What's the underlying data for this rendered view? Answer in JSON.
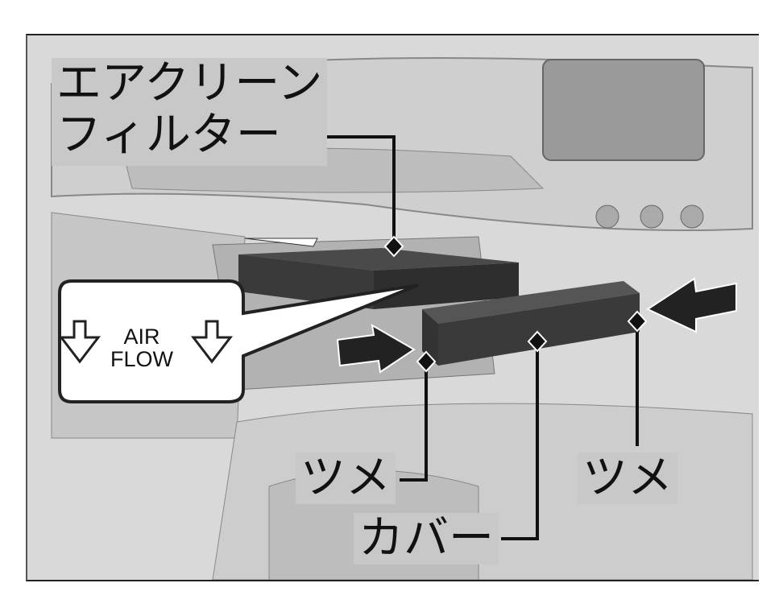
{
  "labels": {
    "filter_line1": "エアクリーン",
    "filter_line2": "フィルター",
    "claw_left": "ツメ",
    "claw_right": "ツメ",
    "cover": "カバー"
  },
  "callout": {
    "line1": "AIR",
    "line2": "FLOW"
  }
}
